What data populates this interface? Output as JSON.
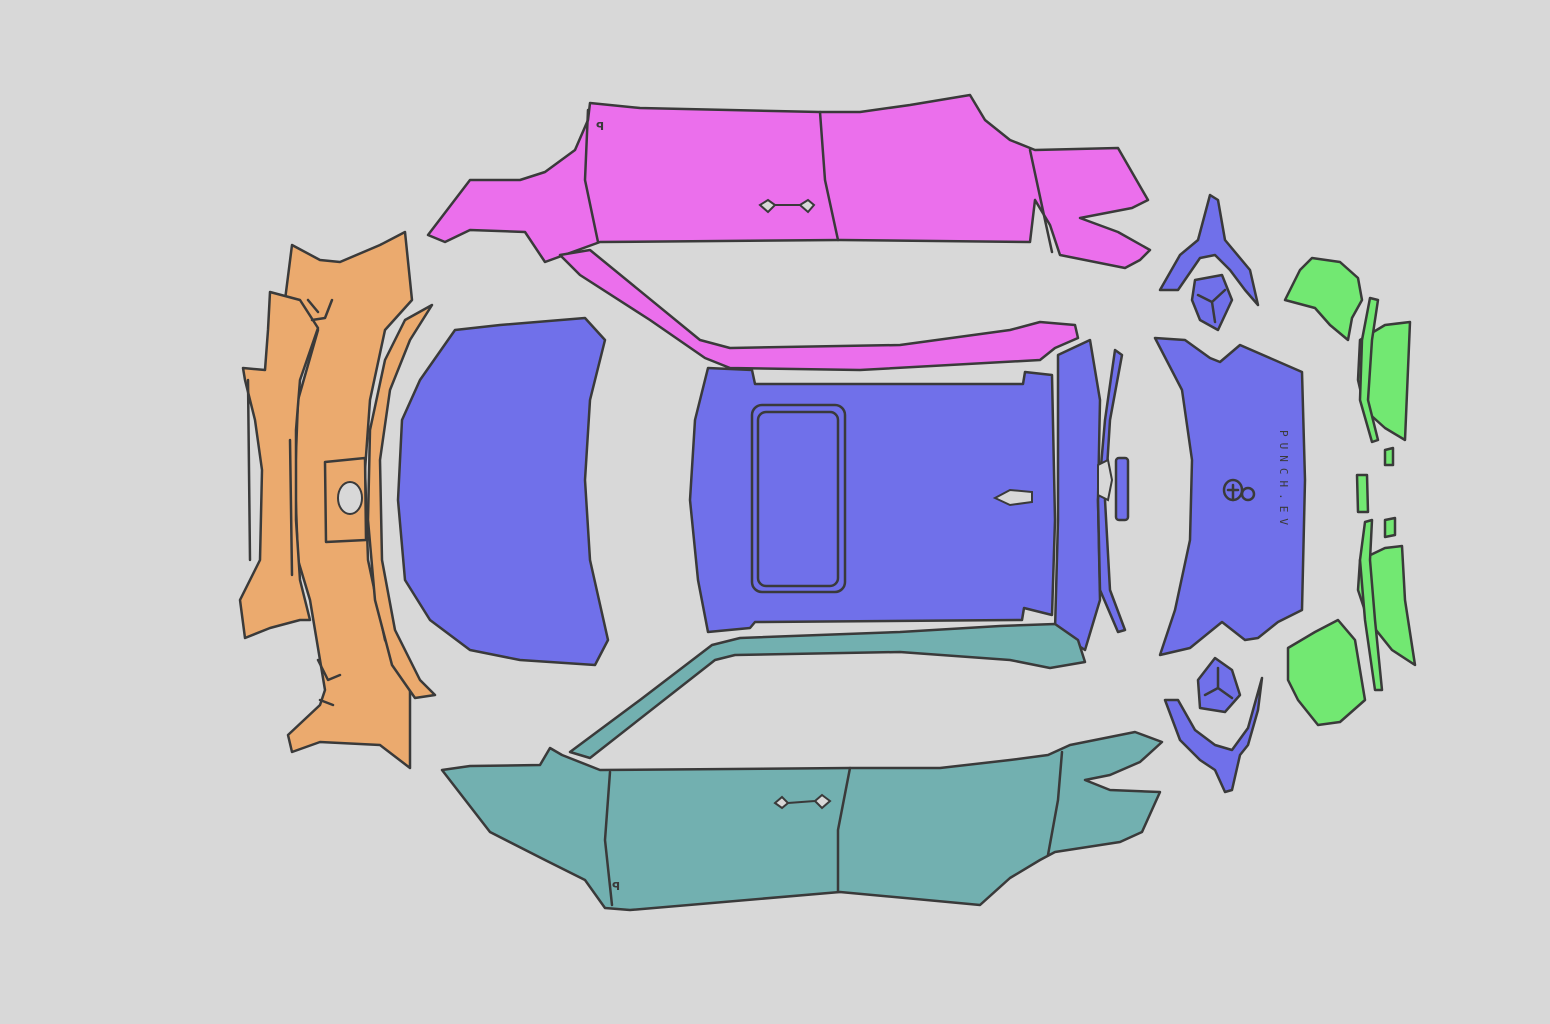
{
  "colors": {
    "background": "#d8d8d8",
    "front": "#ebaa6e",
    "left_side": "#eb6fec",
    "top": "#7070ea",
    "right_side": "#72b0b0",
    "rear_lights": "#72e872",
    "outline": "#3a3a3a"
  },
  "labels": {
    "rear_brand_text": "PUNCH.EV",
    "side_mark_upper": "ꟼ",
    "side_mark_lower": "ꟼ"
  }
}
